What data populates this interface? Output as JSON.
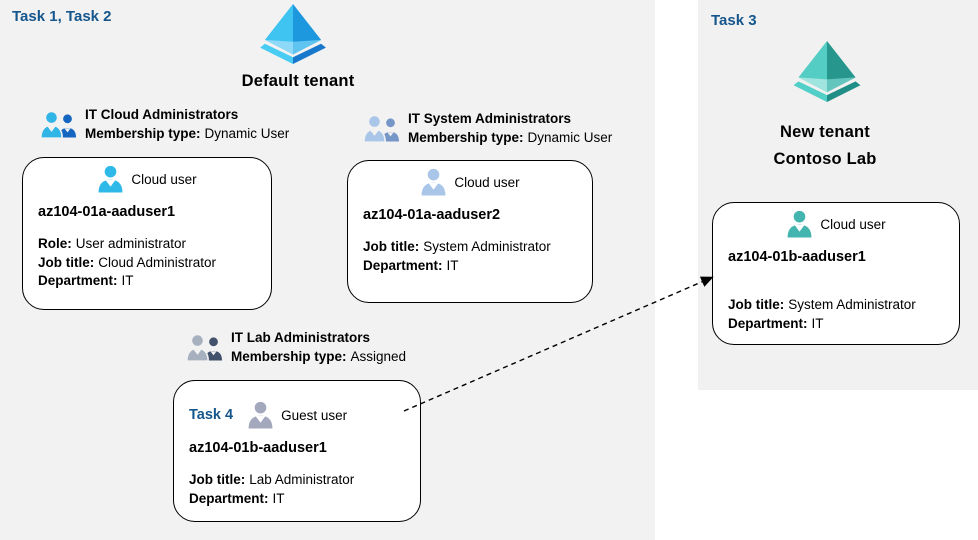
{
  "diagram": {
    "colors": {
      "task_label_blue": "#15568c",
      "panel_bg": "#f2f2f2",
      "card_bg": "#ffffff",
      "card_border": "#000000",
      "arrow": "#000000",
      "pyramid_blue": {
        "left": "#3fc3f1",
        "right": "#1d97de",
        "front_left": "#8ed9f8",
        "front_right": "#5fc4ef",
        "rim_left": "#49ccf4",
        "rim_right": "#1778cc"
      },
      "pyramid_teal": {
        "left": "#54cdc5",
        "right": "#27978e",
        "front_left": "#9fe4de",
        "front_right": "#63c5bd",
        "rim_left": "#52cfc6",
        "rim_right": "#1f8e86"
      },
      "people_blue": {
        "primary": "#31b5e6",
        "secondary": "#1566c0"
      },
      "people_steel": {
        "primary": "#a9c6e8",
        "secondary": "#7796c8"
      },
      "people_gray": {
        "primary": "#a6b0bf",
        "secondary": "#41506b"
      },
      "person_blue": "#2fb9e8",
      "person_steel": "#a9c6e8",
      "person_guest": "#a3a8bd",
      "person_teal": "#43b4ae"
    },
    "default_tenant": {
      "task_label": "Task 1, Task 2",
      "tenant_label": "Default tenant",
      "groups": [
        {
          "title": "IT Cloud Administrators",
          "membership_label": "Membership type:",
          "membership_value": "Dynamic User"
        },
        {
          "title": "IT System Administrators",
          "membership_label": "Membership type:",
          "membership_value": "Dynamic User"
        },
        {
          "title": "IT Lab Administrators",
          "membership_label": "Membership type:",
          "membership_value": "Assigned"
        }
      ],
      "users": [
        {
          "type_label": "Cloud user",
          "name": "az104-01a-aaduser1",
          "attributes": [
            {
              "label": "Role:",
              "value": "User administrator"
            },
            {
              "label": "Job title:",
              "value": "Cloud Administrator"
            },
            {
              "label": "Department:",
              "value": "IT"
            }
          ]
        },
        {
          "type_label": "Cloud user",
          "name": "az104-01a-aaduser2",
          "attributes": [
            {
              "label": "Job title:",
              "value": "System Administrator"
            },
            {
              "label": "Department:",
              "value": "IT"
            }
          ]
        },
        {
          "task_label": "Task 4",
          "type_label": "Guest user",
          "name": "az104-01b-aaduser1",
          "attributes": [
            {
              "label": "Job title:",
              "value": "Lab Administrator"
            },
            {
              "label": "Department:",
              "value": "IT"
            }
          ]
        }
      ]
    },
    "new_tenant": {
      "task_label": "Task 3",
      "tenant_label_line1": "New tenant",
      "tenant_label_line2": "Contoso Lab",
      "user": {
        "type_label": "Cloud user",
        "name": "az104-01b-aaduser1",
        "attributes": [
          {
            "label": "Job title:",
            "value": "System Administrator"
          },
          {
            "label": "Department:",
            "value": "IT"
          }
        ]
      }
    }
  }
}
